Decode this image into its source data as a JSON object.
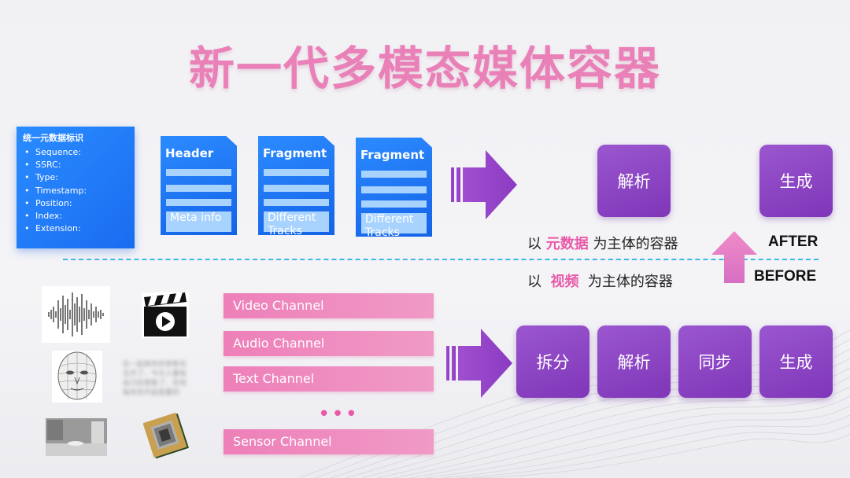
{
  "title": "新一代多模态媒体容器",
  "id_box": {
    "heading": "统一元数据标识",
    "items": [
      "Sequence:",
      "SSRC:",
      "Type:",
      "Timestamp:",
      "Position:",
      "Index:",
      "Extension:"
    ]
  },
  "docs": [
    {
      "title": "Header",
      "label": "Meta info"
    },
    {
      "title": "Fragment",
      "label": "Different Tracks"
    },
    {
      "title": "Fragment",
      "label": "Different Tracks"
    }
  ],
  "after_boxes": [
    "解析",
    "生成"
  ],
  "before_boxes": [
    "拆分",
    "解析",
    "同步",
    "生成"
  ],
  "caption_after": {
    "pre": "以 ",
    "highlight": "元数据",
    "post": " 为主体的容器",
    "tag": "AFTER"
  },
  "caption_before": {
    "pre": "以  ",
    "highlight": "视频",
    "post": "  为主体的容器",
    "tag": "BEFORE"
  },
  "channels": [
    "Video Channel",
    "Audio Channel",
    "Text Channel",
    "Sensor Channel"
  ],
  "dots": "•••",
  "blur_text": "在一起两年的李斯先生开了，今天人要有自己的想象了，任何每年的不起是要的",
  "colors": {
    "title": "#ea80b8",
    "blue": "#1a6cf0",
    "purple": "#8a43c4",
    "pink": "#ee7fb9",
    "dash": "#3fb7e6"
  }
}
